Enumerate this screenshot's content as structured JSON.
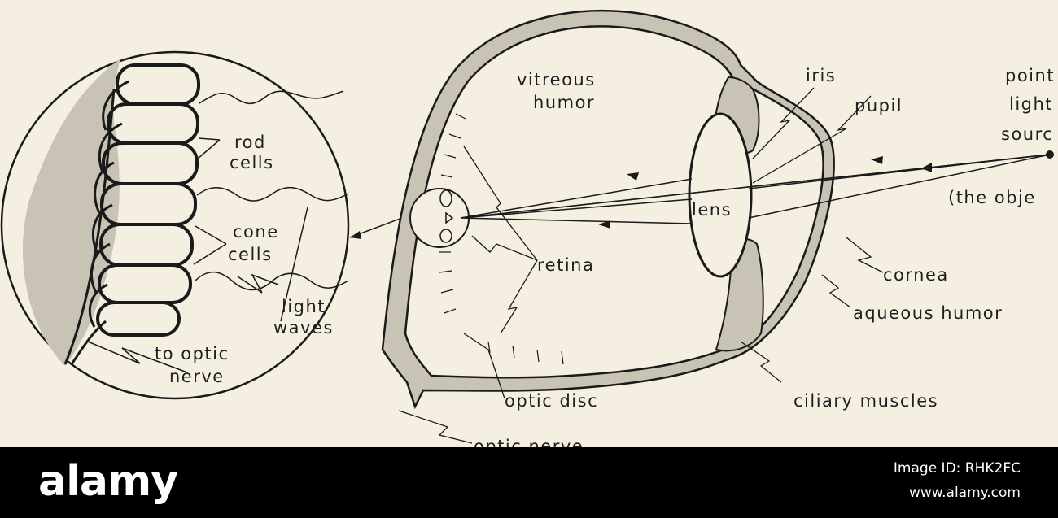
{
  "diagram": {
    "labels": {
      "rod_cells_1": "rod",
      "rod_cells_2": "cells",
      "cone_cells_1": "cone",
      "cone_cells_2": "cells",
      "light_waves_1": "light",
      "light_waves_2": "waves",
      "to_optic_nerve_1": "to optic",
      "to_optic_nerve_2": "nerve",
      "vitreous_1": "vitreous",
      "vitreous_2": "humor",
      "iris": "iris",
      "pupil": "pupil",
      "point_light_1": "point",
      "point_light_2": "light",
      "point_light_3": "sourc",
      "the_object": "(the obje",
      "lens": "lens",
      "retina": "retina",
      "cornea": "cornea",
      "aqueous_humor": "aqueous humor",
      "optic_disc": "optic disc",
      "ciliary_muscles": "ciliary muscles",
      "optic_nerve": "optic nerve"
    }
  },
  "footer": {
    "logo": "alamy",
    "image_id": "Image ID: RHK2FC",
    "site": "www.alamy.com"
  }
}
